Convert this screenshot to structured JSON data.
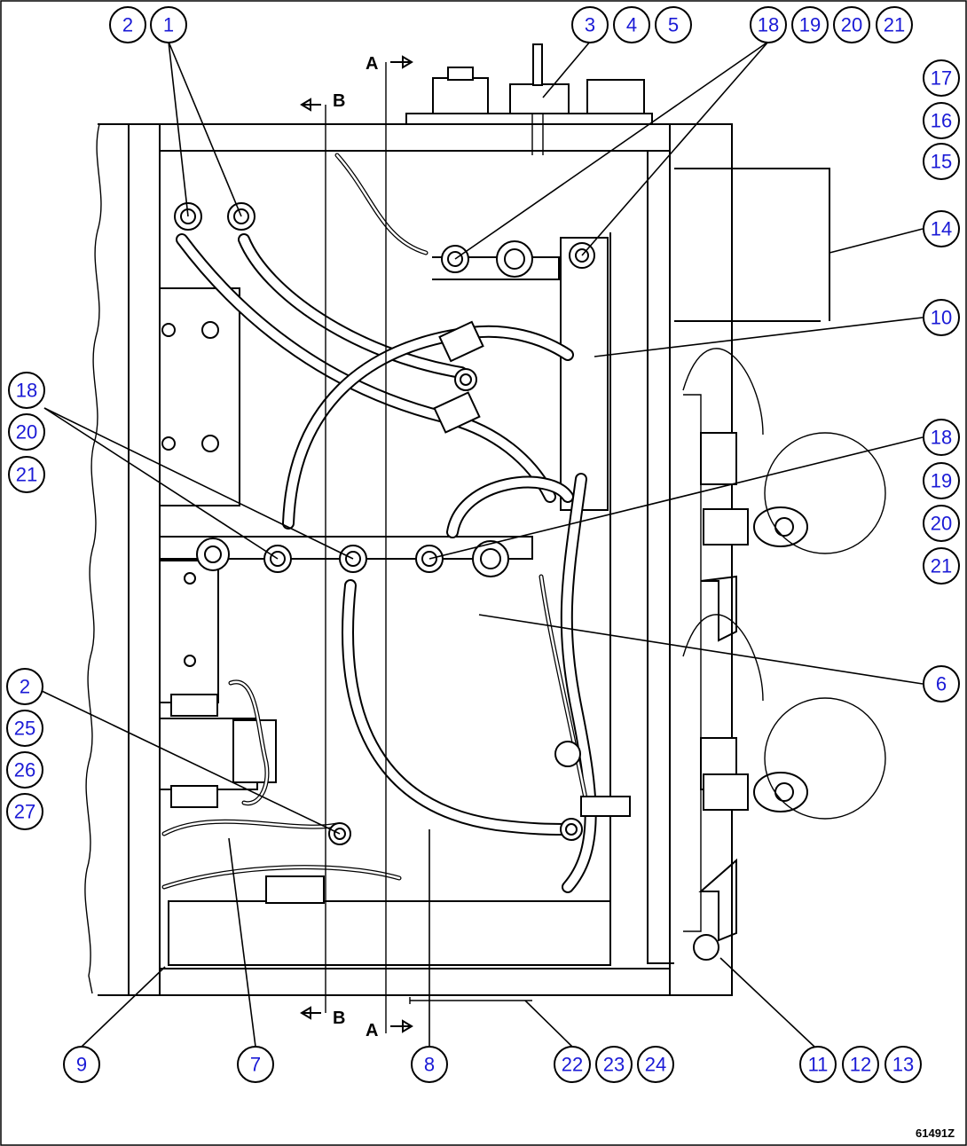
{
  "drawing": {
    "reference_code": "61491Z",
    "section_markers": [
      {
        "id": "A-top",
        "letter": "A"
      },
      {
        "id": "A-bottom",
        "letter": "A"
      },
      {
        "id": "B-top",
        "letter": "B"
      },
      {
        "id": "B-bottom",
        "letter": "B"
      }
    ],
    "callouts": [
      {
        "n": "2"
      },
      {
        "n": "1"
      },
      {
        "n": "3"
      },
      {
        "n": "4"
      },
      {
        "n": "5"
      },
      {
        "n": "18"
      },
      {
        "n": "19"
      },
      {
        "n": "20"
      },
      {
        "n": "21"
      },
      {
        "n": "17"
      },
      {
        "n": "16"
      },
      {
        "n": "15"
      },
      {
        "n": "14"
      },
      {
        "n": "10"
      },
      {
        "n": "18"
      },
      {
        "n": "20"
      },
      {
        "n": "21"
      },
      {
        "n": "18"
      },
      {
        "n": "19"
      },
      {
        "n": "20"
      },
      {
        "n": "21"
      },
      {
        "n": "6"
      },
      {
        "n": "2"
      },
      {
        "n": "25"
      },
      {
        "n": "26"
      },
      {
        "n": "27"
      },
      {
        "n": "9"
      },
      {
        "n": "7"
      },
      {
        "n": "8"
      },
      {
        "n": "22"
      },
      {
        "n": "23"
      },
      {
        "n": "24"
      },
      {
        "n": "11"
      },
      {
        "n": "12"
      },
      {
        "n": "13"
      }
    ],
    "colors": {
      "callout_text": "#1a1ad6",
      "line": "#000000",
      "background": "#ffffff"
    }
  }
}
